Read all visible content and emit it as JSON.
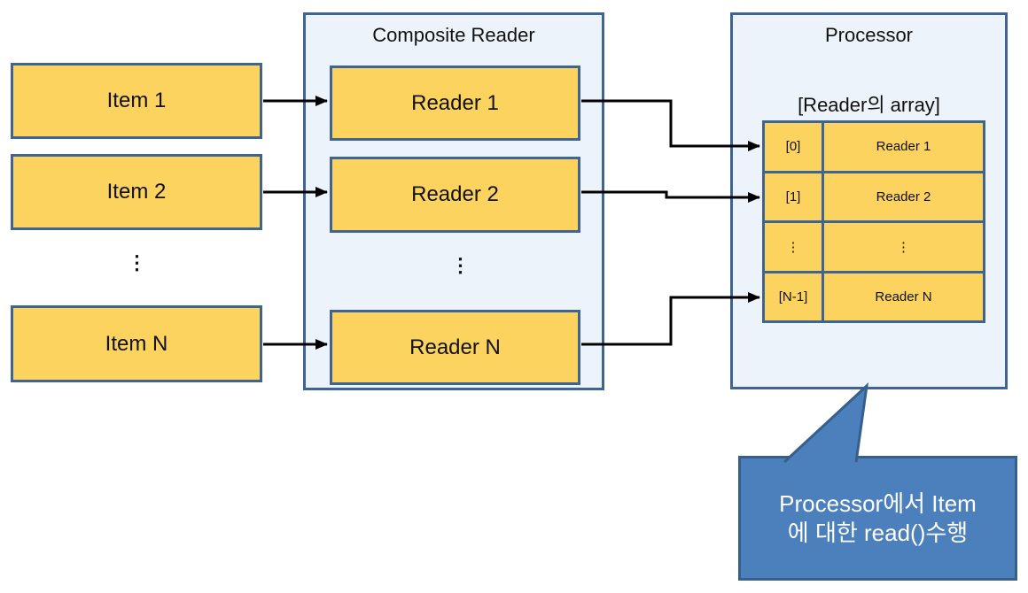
{
  "colors": {
    "box_fill": "#FCD35E",
    "box_border": "#3E6491",
    "container_fill": "#EDF3FA",
    "container_border": "#3E6491",
    "callout_fill": "#4C80BC",
    "callout_border": "#365F8C",
    "arrow": "#000000",
    "text": "#111111",
    "callout_text": "#FFFFFF"
  },
  "items": [
    "Item 1",
    "Item 2",
    "Item N"
  ],
  "items_ellipsis": "⋮",
  "composite": {
    "title": "Composite Reader",
    "readers": [
      "Reader 1",
      "Reader 2",
      "Reader N"
    ],
    "ellipsis": "⋮"
  },
  "processor": {
    "title": "Processor",
    "array_label": "[Reader의 array]",
    "table": {
      "rows": [
        {
          "index": "[0]",
          "value": "Reader 1"
        },
        {
          "index": "[1]",
          "value": "Reader 2"
        },
        {
          "index": "⋮",
          "value": "⋮"
        },
        {
          "index": "[N-1]",
          "value": "Reader N"
        }
      ]
    }
  },
  "callout": {
    "line1": "Processor에서 Item",
    "line2": "에 대한 read()수행"
  }
}
